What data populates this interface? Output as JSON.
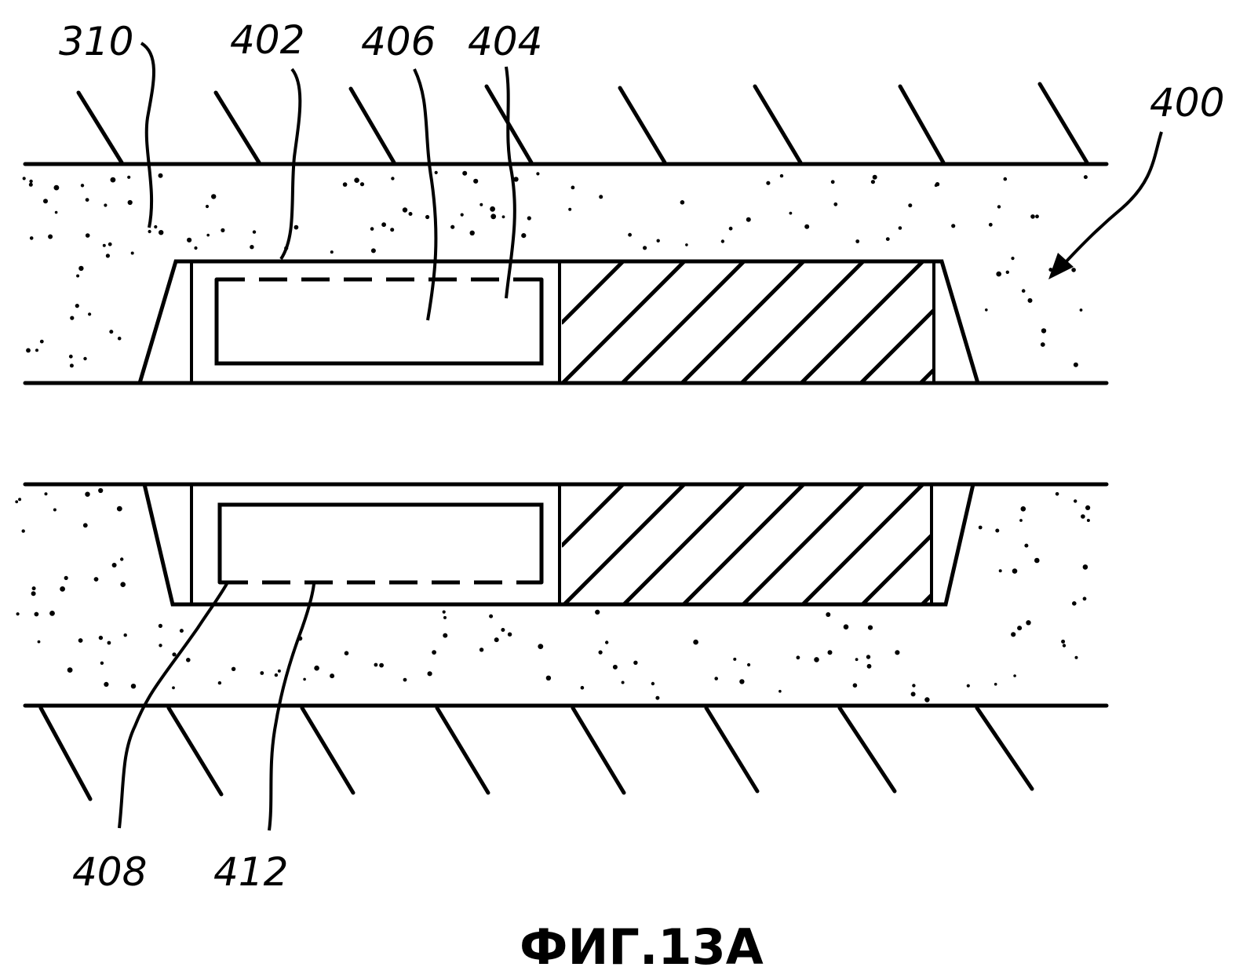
{
  "figure": {
    "caption": "ФИГ.13А",
    "labels": {
      "l310": "310",
      "l402": "402",
      "l406": "406",
      "l404": "404",
      "l400": "400",
      "l408": "408",
      "l412": "412"
    }
  }
}
